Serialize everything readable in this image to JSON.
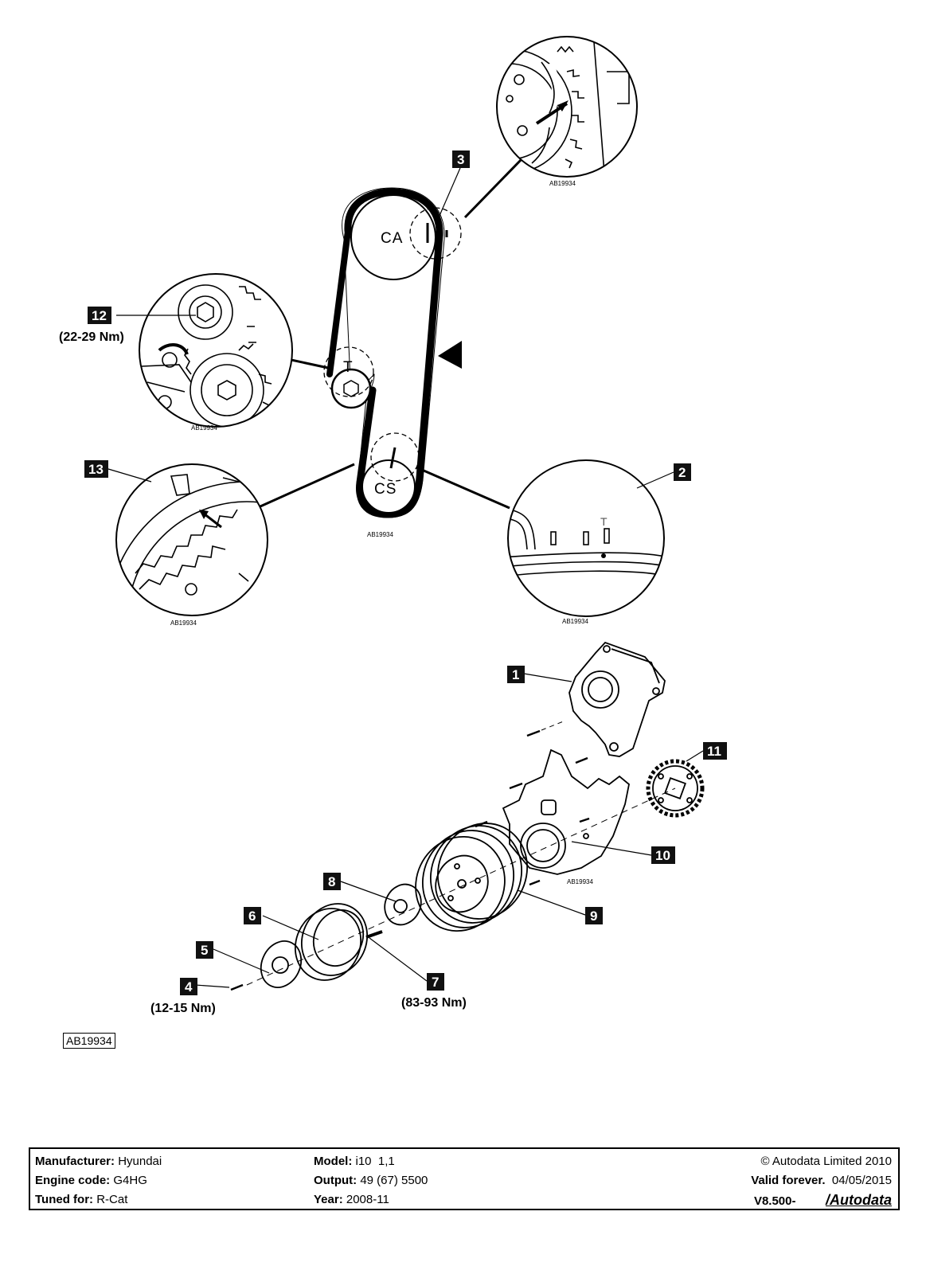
{
  "diagram": {
    "pulleys": {
      "camshaft": "CA",
      "tensioner": "T",
      "crankshaft": "CS",
      "crank_mark": "T"
    },
    "ref_code_small": "AB19934",
    "ref_code_main": "AB19934",
    "callouts": [
      "1",
      "2",
      "3",
      "4",
      "5",
      "6",
      "7",
      "8",
      "9",
      "10",
      "11",
      "12",
      "13"
    ],
    "torques": {
      "item4": "(12-15 Nm)",
      "item7": "(83-93 Nm)",
      "item12": "(22-29 Nm)"
    }
  },
  "footer": {
    "manufacturer_label": "Manufacturer:",
    "manufacturer": "Hyundai",
    "engine_label": "Engine code:",
    "engine": "G4HG",
    "tuned_label": "Tuned for:",
    "tuned": "R-Cat",
    "model_label": "Model:",
    "model": "i10  1,1",
    "output_label": "Output:",
    "output": "49 (67) 5500",
    "year_label": "Year:",
    "year": "2008-11",
    "copyright": "© Autodata Limited 2010",
    "valid_label": "Valid forever.",
    "valid_date": "04/05/2015",
    "version": "V8.500-",
    "brand": "/Autodata"
  }
}
